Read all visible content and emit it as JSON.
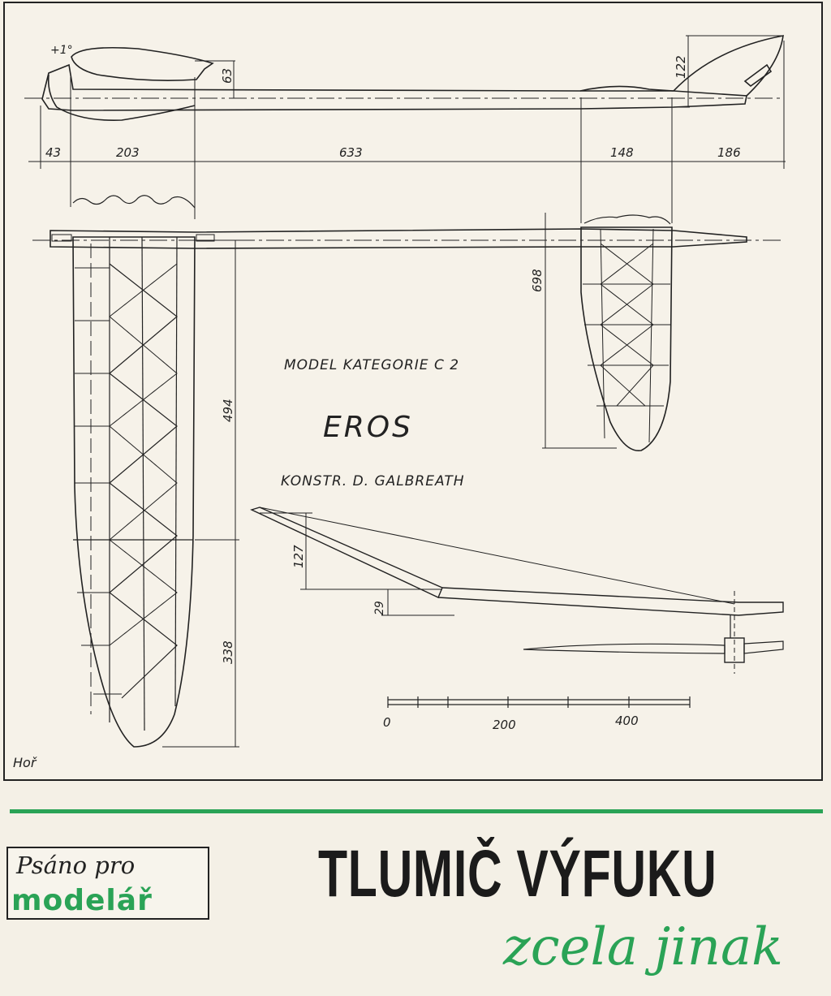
{
  "drawing": {
    "incidence": "+1°",
    "dims_side": {
      "wing_height": "63",
      "fin_height": "122"
    },
    "dims_row": [
      "43",
      "203",
      "633",
      "148",
      "186"
    ],
    "dims_plan": {
      "stab_span": "698",
      "wing_inner": "494",
      "wing_outer": "338"
    },
    "dims_front": {
      "tip_rise": "127",
      "center_rise": "29"
    },
    "title_block": {
      "category": "MODEL  KATEGORIE  C 2",
      "name": "EROS",
      "designer": "KONSTR.  D. GALBREATH"
    },
    "scale": {
      "label0": "0",
      "label1": "200",
      "label2": "400"
    },
    "signature": "Hoř"
  },
  "column": {
    "badge_top": "Psáno pro",
    "badge_bottom": "modelář",
    "headline": "TLUMIČ VÝFUKU",
    "subhead": "zcela jinak"
  },
  "colors": {
    "accent_green": "#2aa356",
    "ink": "#222222",
    "paper": "#f4f0e6"
  }
}
